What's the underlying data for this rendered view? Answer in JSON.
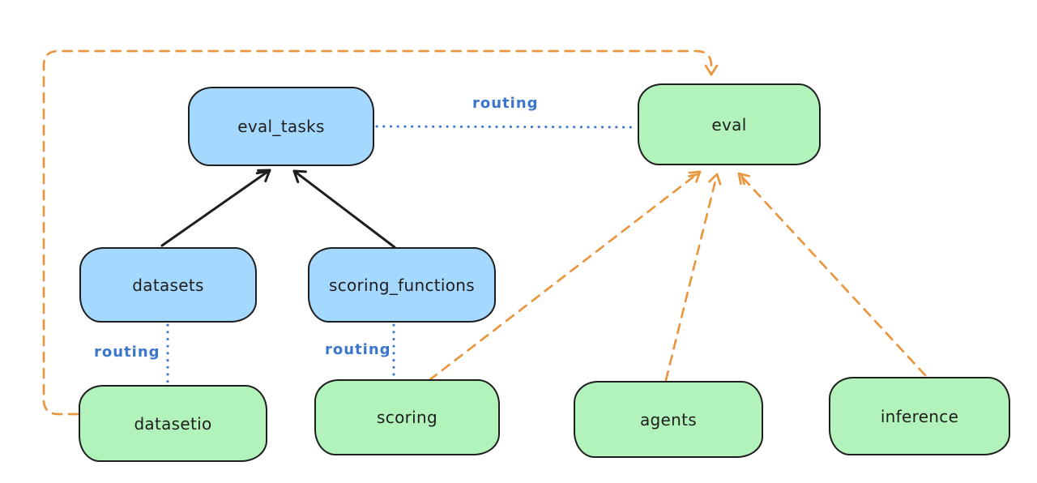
{
  "nodes": {
    "eval_tasks": {
      "label": "eval_tasks",
      "fill": "blue"
    },
    "eval": {
      "label": "eval",
      "fill": "green"
    },
    "datasets": {
      "label": "datasets",
      "fill": "blue"
    },
    "scoring_functions": {
      "label": "scoring_functions",
      "fill": "blue"
    },
    "datasetio": {
      "label": "datasetio",
      "fill": "green"
    },
    "scoring": {
      "label": "scoring",
      "fill": "green"
    },
    "agents": {
      "label": "agents",
      "fill": "green"
    },
    "inference": {
      "label": "inference",
      "fill": "green"
    }
  },
  "edge_labels": {
    "eval_tasks_to_eval": "routing",
    "datasets_to_datasetio": "routing",
    "scoring_functions_to_scoring": "routing"
  },
  "edges": [
    {
      "from": "datasets",
      "to": "eval_tasks",
      "style": "solid-black-arrow"
    },
    {
      "from": "scoring_functions",
      "to": "eval_tasks",
      "style": "solid-black-arrow"
    },
    {
      "from": "eval_tasks",
      "to": "eval",
      "style": "dotted-blue",
      "label": "routing"
    },
    {
      "from": "datasets",
      "to": "datasetio",
      "style": "dotted-blue",
      "label": "routing"
    },
    {
      "from": "scoring_functions",
      "to": "scoring",
      "style": "dotted-blue",
      "label": "routing"
    },
    {
      "from": "datasetio",
      "to": "eval",
      "style": "dashed-orange-arrow"
    },
    {
      "from": "scoring",
      "to": "eval",
      "style": "dashed-orange-arrow"
    },
    {
      "from": "agents",
      "to": "eval",
      "style": "dashed-orange-arrow"
    },
    {
      "from": "inference",
      "to": "eval",
      "style": "dashed-orange-arrow"
    }
  ],
  "colors": {
    "blue_fill": "#a5d8ff",
    "green_fill": "#b2f2bb",
    "stroke": "#1e1e1e",
    "routing_blue": "#3b76cc",
    "orange": "#e8973f",
    "background": "#ffffff"
  }
}
